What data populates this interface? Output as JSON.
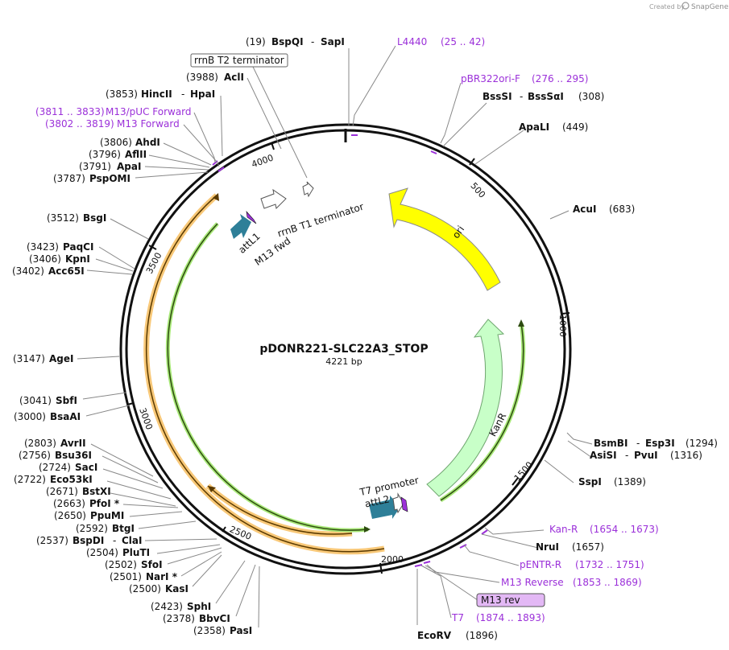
{
  "credit": {
    "prefix": "Created by",
    "brand": "SnapGene"
  },
  "plasmid": {
    "name": "pDONR221-SLC22A3_STOP",
    "length": "4221 bp"
  },
  "colors": {
    "backbone": "#111111",
    "primer": "#9b30d9",
    "ori": "#ffff00",
    "kan": "#c8ffc8",
    "orf_outline": "#f5b85c",
    "orf_line": "#2d8c1e",
    "att": "#2e7f98"
  },
  "ticks": [
    "500",
    "1000",
    "1500",
    "2000",
    "2500",
    "3000",
    "3500",
    "4000"
  ],
  "features": {
    "ori": "ori",
    "kanr": "KanR",
    "rrnb_t1": "rrnB T1 terminator",
    "rrnb_t2": "rrnB T2 terminator",
    "attl1": "attL1",
    "m13fwd": "M13 fwd",
    "t7prom": "T7 promoter",
    "attl2": "attL2"
  },
  "sites": {
    "bspqi_pos": "(19)",
    "bspqi": "BspQI",
    "sapi": "SapI",
    "l4440": "L4440",
    "l4440_range": "(25 .. 42)",
    "pbr": "pBR322ori-F",
    "pbr_range": "(276 .. 295)",
    "bsssi": "BssSI",
    "bsssai": "BssSαI",
    "bsssi_pos": "(308)",
    "apali": "ApaLI",
    "apali_pos": "(449)",
    "acui": "AcuI",
    "acui_pos": "(683)",
    "bsmbi": "BsmBI",
    "esp3i": "Esp3I",
    "bsmbi_pos": "(1294)",
    "asisi": "AsiSI",
    "pvui": "PvuI",
    "asisi_pos": "(1316)",
    "sspi": "SspI",
    "sspi_pos": "(1389)",
    "kanr_p": "Kan-R",
    "kanr_range": "(1654 .. 1673)",
    "nrui": "NruI",
    "nrui_pos": "(1657)",
    "pentr": "pENTR-R",
    "pentr_range": "(1732 .. 1751)",
    "m13r": "M13 Reverse",
    "m13r_range": "(1853 .. 1869)",
    "m13rev": "M13 rev",
    "t7": "T7",
    "t7_range": "(1874 .. 1893)",
    "ecorv": "EcoRV",
    "ecorv_pos": "(1896)",
    "pasi_pos": "(2358)",
    "pasi": "PasI",
    "bbvci_pos": "(2378)",
    "bbvci": "BbvCI",
    "sphi_pos": "(2423)",
    "sphi": "SphI",
    "kasi_pos": "(2500)",
    "kasi": "KasI",
    "nari_pos": "(2501)",
    "nari": "NarI *",
    "sfoi_pos": "(2502)",
    "sfoi": "SfoI",
    "pluti_pos": "(2504)",
    "pluti": "PluTI",
    "bspdi_pos": "(2537)",
    "bspdi": "BspDI",
    "clai": "ClaI",
    "btgi_pos": "(2592)",
    "btgi": "BtgI",
    "ppumi_pos": "(2650)",
    "ppumi": "PpuMI",
    "pfoi_pos": "(2663)",
    "pfoi": "PfoI *",
    "bstxi_pos": "(2671)",
    "bstxi": "BstXI",
    "eco53ki_pos": "(2722)",
    "eco53ki": "Eco53kI",
    "saci_pos": "(2724)",
    "saci": "SacI",
    "bsu36i_pos": "(2756)",
    "bsu36i": "Bsu36I",
    "avrii_pos": "(2803)",
    "avrii": "AvrII",
    "bsaai_pos": "(3000)",
    "bsaai": "BsaAI",
    "sbfi_pos": "(3041)",
    "sbfi": "SbfI",
    "agei_pos": "(3147)",
    "agei": "AgeI",
    "acc65i_pos": "(3402)",
    "acc65i": "Acc65I",
    "kpni_pos": "(3406)",
    "kpni": "KpnI",
    "paqci_pos": "(3423)",
    "paqci": "PaqCI",
    "bsgi_pos": "(3512)",
    "bsgi": "BsgI",
    "pspomi_pos": "(3787)",
    "pspomi": "PspOMI",
    "apai_pos": "(3791)",
    "apai": "ApaI",
    "aflii_pos": "(3796)",
    "aflii": "AflII",
    "ahdi_pos": "(3806)",
    "ahdi": "AhdI",
    "m13f_range": "(3802 .. 3819)",
    "m13f": "M13 Forward",
    "m13puc_range": "(3811 .. 3833)",
    "m13puc": "M13/pUC Forward",
    "hincii_pos": "(3853)",
    "hincii": "HincII",
    "hpai": "HpaI",
    "acli_pos": "(3988)",
    "acli": "AclI"
  }
}
